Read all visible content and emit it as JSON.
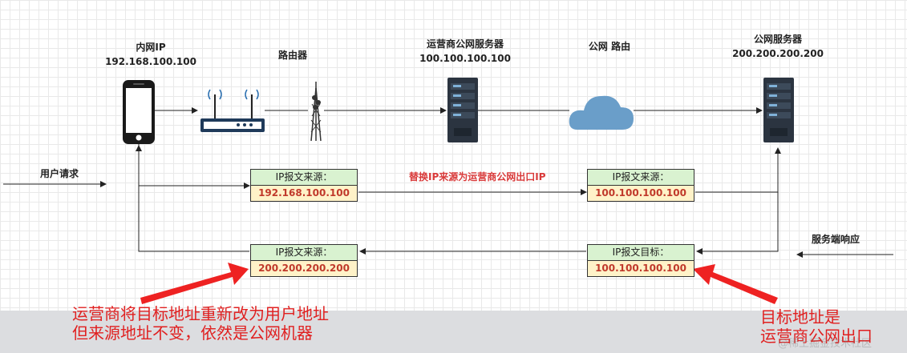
{
  "nodes": {
    "phone": {
      "title": "内网IP",
      "ip": "192.168.100.100"
    },
    "router": {
      "title": "路由器"
    },
    "isp_server": {
      "title": "运营商公网服务器",
      "ip": "100.100.100.100"
    },
    "public_route": {
      "title": "公网 路由"
    },
    "public_server": {
      "title": "公网服务器",
      "ip": "200.200.200.200"
    }
  },
  "labels": {
    "user_request": "用户请求",
    "server_response": "服务端响应",
    "replace_note": "替换IP来源为运营商公网出口IP"
  },
  "boxes": {
    "req_src_1": {
      "header": "IP报文来源：",
      "value": "192.168.100.100"
    },
    "req_src_2": {
      "header": "IP报文来源：",
      "value": "100.100.100.100"
    },
    "resp_src": {
      "header": "IP报文来源：",
      "value": "200.200.200.200"
    },
    "resp_dst": {
      "header": "IP报文目标：",
      "value": "100.100.100.100"
    }
  },
  "annotations": {
    "left_line1": "运营商将目标地址重新改为用户地址",
    "left_line2": "但来源地址不变，依然是公网机器",
    "right_line1": "目标地址是",
    "right_line2": "运营商公网出口"
  },
  "watermark": "@稀土掘金技术社区",
  "colors": {
    "annotation_red": "#e02020",
    "box_header_bg": "#d9f2d0",
    "box_value_bg": "#fff2c8",
    "cloud": "#6a9ec9",
    "server": "#2b3440"
  }
}
